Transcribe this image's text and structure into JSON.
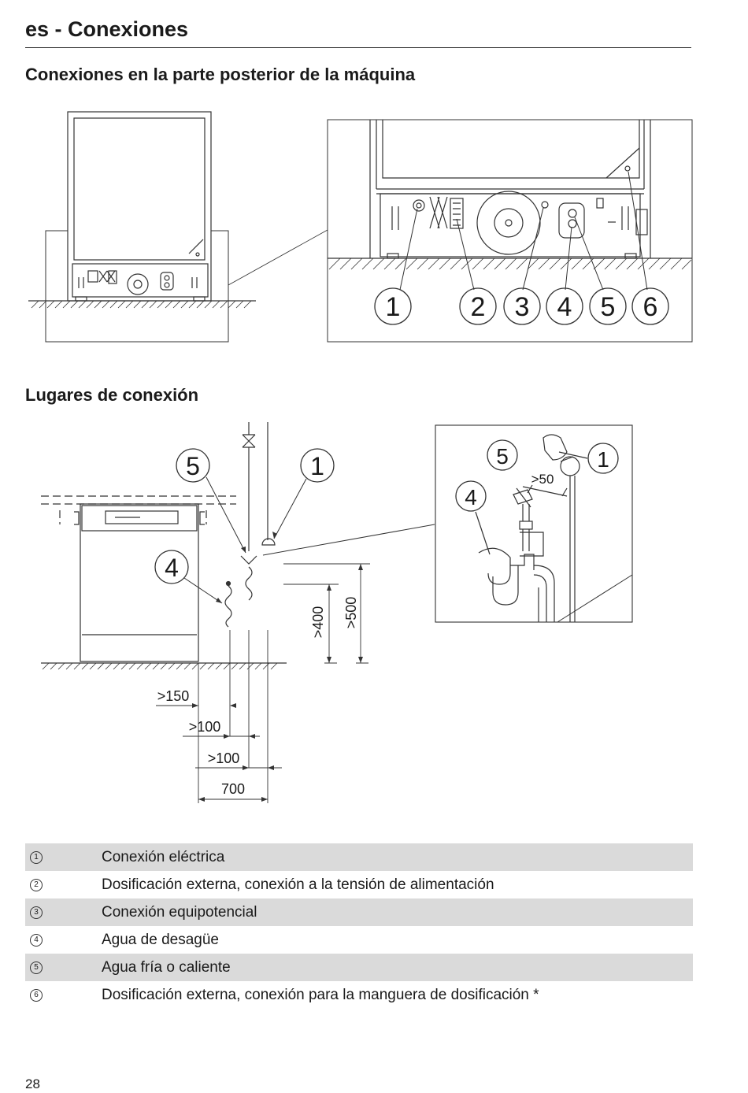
{
  "page": {
    "title": "es - Conexiones",
    "number": "28"
  },
  "sections": {
    "rear_connections": "Conexiones en la parte posterior de la máquina",
    "connection_places": "Lugares de conexión"
  },
  "figure_rear": {
    "callouts": [
      "1",
      "2",
      "3",
      "4",
      "5",
      "6"
    ]
  },
  "figure_places": {
    "callout_5": "5",
    "callout_1": "1",
    "callout_4": "4",
    "dim_400": ">400",
    "dim_500": ">500",
    "dim_150": ">150",
    "dim_100a": ">100",
    "dim_100b": ">100",
    "dim_700": "700"
  },
  "figure_detail": {
    "callout_5": "5",
    "callout_1": "1",
    "callout_4": "4",
    "dim_50": ">50"
  },
  "legend": [
    {
      "num": "1",
      "text": "Conexión eléctrica"
    },
    {
      "num": "2",
      "text": "Dosificación externa, conexión a la tensión de alimentación"
    },
    {
      "num": "3",
      "text": "Conexión equipotencial"
    },
    {
      "num": "4",
      "text": "Agua de desagüe"
    },
    {
      "num": "5",
      "text": "Agua fría o caliente"
    },
    {
      "num": "6",
      "text": "Dosificación externa, conexión para la manguera de dosificación *"
    }
  ]
}
